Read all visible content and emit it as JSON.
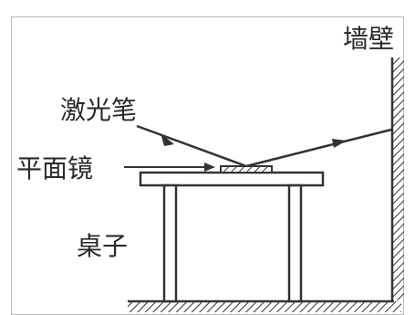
{
  "labels": {
    "wall": "墙壁",
    "laser_pen": "激光笔",
    "mirror": "平面镜",
    "table": "桌子"
  },
  "colors": {
    "ink": "#333333",
    "frame": "#b8b8b8"
  }
}
